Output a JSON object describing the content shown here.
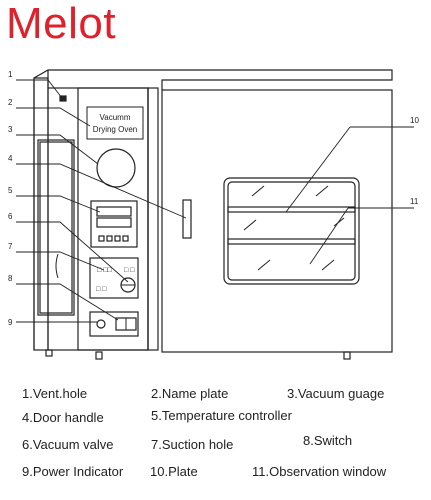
{
  "brand": {
    "name": "Melot",
    "color": "#e0202a"
  },
  "panel": {
    "name_plate_line1": "Vacumm",
    "name_plate_line2": "Drying Oven"
  },
  "callouts": [
    "1",
    "2",
    "3",
    "4",
    "5",
    "6",
    "7",
    "8",
    "9",
    "10",
    "11"
  ],
  "legend": [
    {
      "text": "1.Vent.hole"
    },
    {
      "text": "2.Name plate"
    },
    {
      "text": "3.Vacuum guage"
    },
    {
      "text": "4.Door handle"
    },
    {
      "text": "5.Temperature controller"
    },
    {
      "text": "6.Vacuum valve"
    },
    {
      "text": "7.Suction hole"
    },
    {
      "text": "8.Switch"
    },
    {
      "text": "9.Power Indicator"
    },
    {
      "text": "10.Plate"
    },
    {
      "text": "11.Observation window"
    }
  ]
}
